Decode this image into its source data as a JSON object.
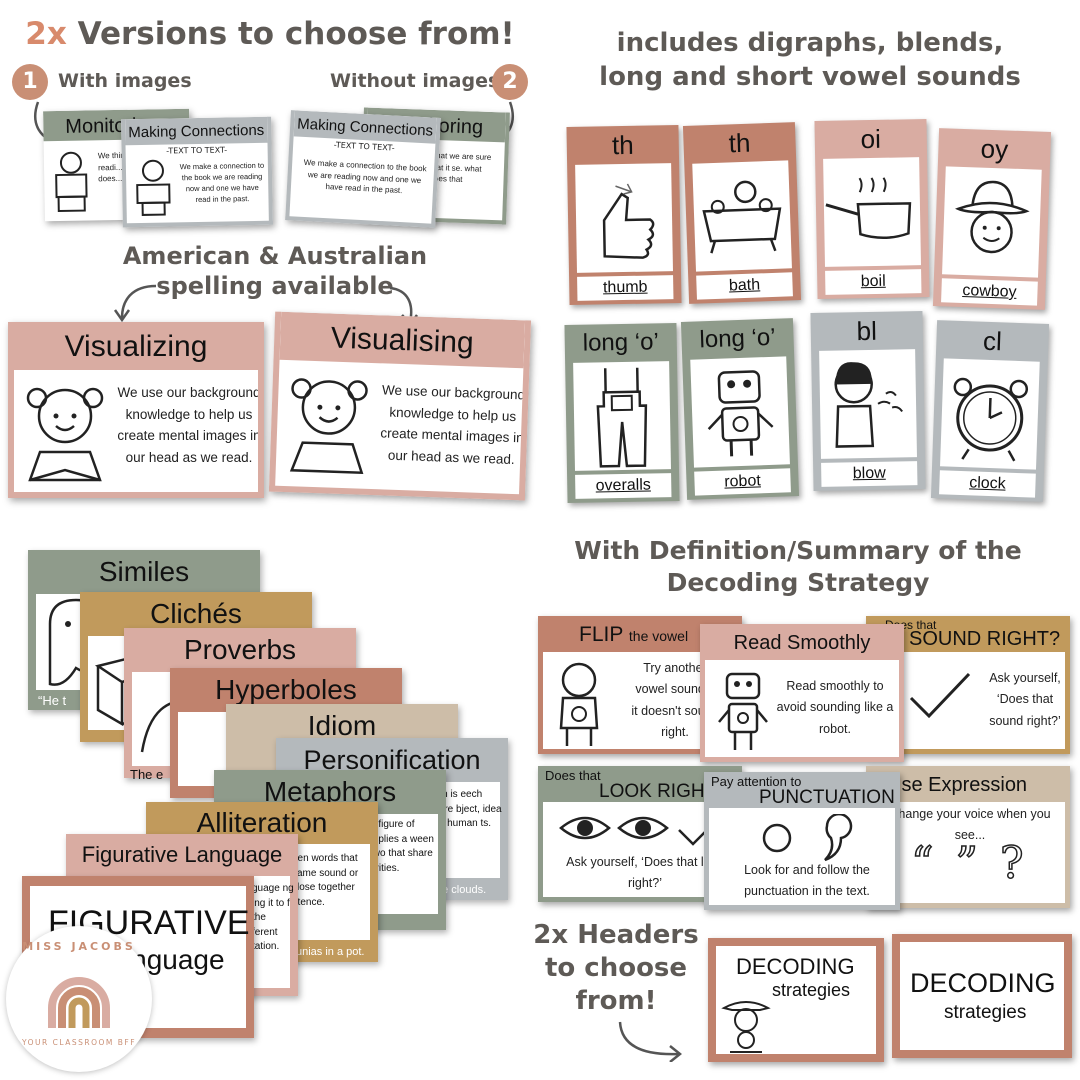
{
  "colors": {
    "rose": "#d9aca2",
    "terracotta": "#c0826d",
    "sage": "#8f9b8b",
    "tan": "#c19a5c",
    "grey": "#b4b9bc",
    "beige": "#cdbda8",
    "heading": "#5e5a56",
    "accent": "#d88a6c"
  },
  "q1": {
    "title_prefix": "2x",
    "title_rest": " Versions to choose from!",
    "badge1": "1",
    "with_images": "With images",
    "without_images": "Without images",
    "badge2": "2",
    "card_monitoring": "Monitoring",
    "card_making": "Making Connections",
    "card_sub": "-TEXT TO TEXT-",
    "card_body": "We make a connection to the book we are reading now and one we have read in the past.",
    "monitoring_body_left": "We think... are readi... We ask... does...",
    "monitoring_body_right": "what we are sure that it se. what does that",
    "spelling_line1": "American & Australian",
    "spelling_line2": "spelling available",
    "vis_us": "Visualizing",
    "vis_au": "Visualising",
    "vis_body": "We use our background knowledge to help us create mental images in our head as we read."
  },
  "q2": {
    "title_line1": "includes digraphs, blends,",
    "title_line2": "long and short vowel sounds",
    "cards": [
      {
        "label": "th",
        "word": "thumb"
      },
      {
        "label": "th",
        "word": "bath"
      },
      {
        "label": "oi",
        "word": "boil"
      },
      {
        "label": "oy",
        "word": "cowboy"
      },
      {
        "label": "long ‘o’",
        "word": "overalls"
      },
      {
        "label": "long ‘o’",
        "word": "robot"
      },
      {
        "label": "bl",
        "word": "blow"
      },
      {
        "label": "cl",
        "word": "clock"
      }
    ]
  },
  "q3": {
    "cards": [
      "Similes",
      "Clichés",
      "Proverbs",
      "Hyperboles",
      "Idiom",
      "Personification",
      "Metaphors",
      "Alliteration",
      "Figurative Language"
    ],
    "big_line1": "FIGURATIVE",
    "big_line2": "Language",
    "snip_similes": "“He t",
    "snip_hyperboles": "The e",
    "snip_personification": "ation is eech where bject, idea iven human ts.",
    "snip_clouds": "he clouds.",
    "snip_metaphors": "a figure of mplies a ween two that share arities.",
    "snip_alliteration": "hen words that same sound or close together ntence.",
    "snip_pot": "unias in a pot.",
    "snip_figlang": "guage ng ing it to f the ferent tation.",
    "logo_top": "MISS JACOBS",
    "logo_bottom": "YOUR CLASSROOM BFF"
  },
  "q4": {
    "title_line1": "With Definition/Summary of the",
    "title_line2": "Decoding Strategy",
    "flip_title": "FLIP",
    "flip_sub": "the vowel",
    "flip_body": "Try another vowel sound if it doesn't sound right.",
    "read_title": "Read Smoothly",
    "read_body": "Read smoothly to avoid sounding like a robot.",
    "sound_small": "Does that",
    "sound_big": "SOUND RIGHT?",
    "sound_body": "Ask yourself, ‘Does that sound right?’",
    "look_small": "Does that",
    "look_big": "LOOK RIGHT?",
    "look_body": "Ask yourself, ‘Does that look right?’",
    "punct_small": "Pay attention to",
    "punct_big": "PUNCTUATION",
    "punct_body": "Look for and follow the punctuation in the text.",
    "expr_title": "Use Expression",
    "expr_body": "Change your voice when you see...",
    "expr_glyph": "“ ” ?",
    "headers_line1": "2x Headers",
    "headers_line2": "to choose",
    "headers_line3": "from!",
    "header1_big": "DECODING",
    "header1_small": "strategies",
    "header2_big": "DECODING",
    "header2_small": "strategies"
  }
}
